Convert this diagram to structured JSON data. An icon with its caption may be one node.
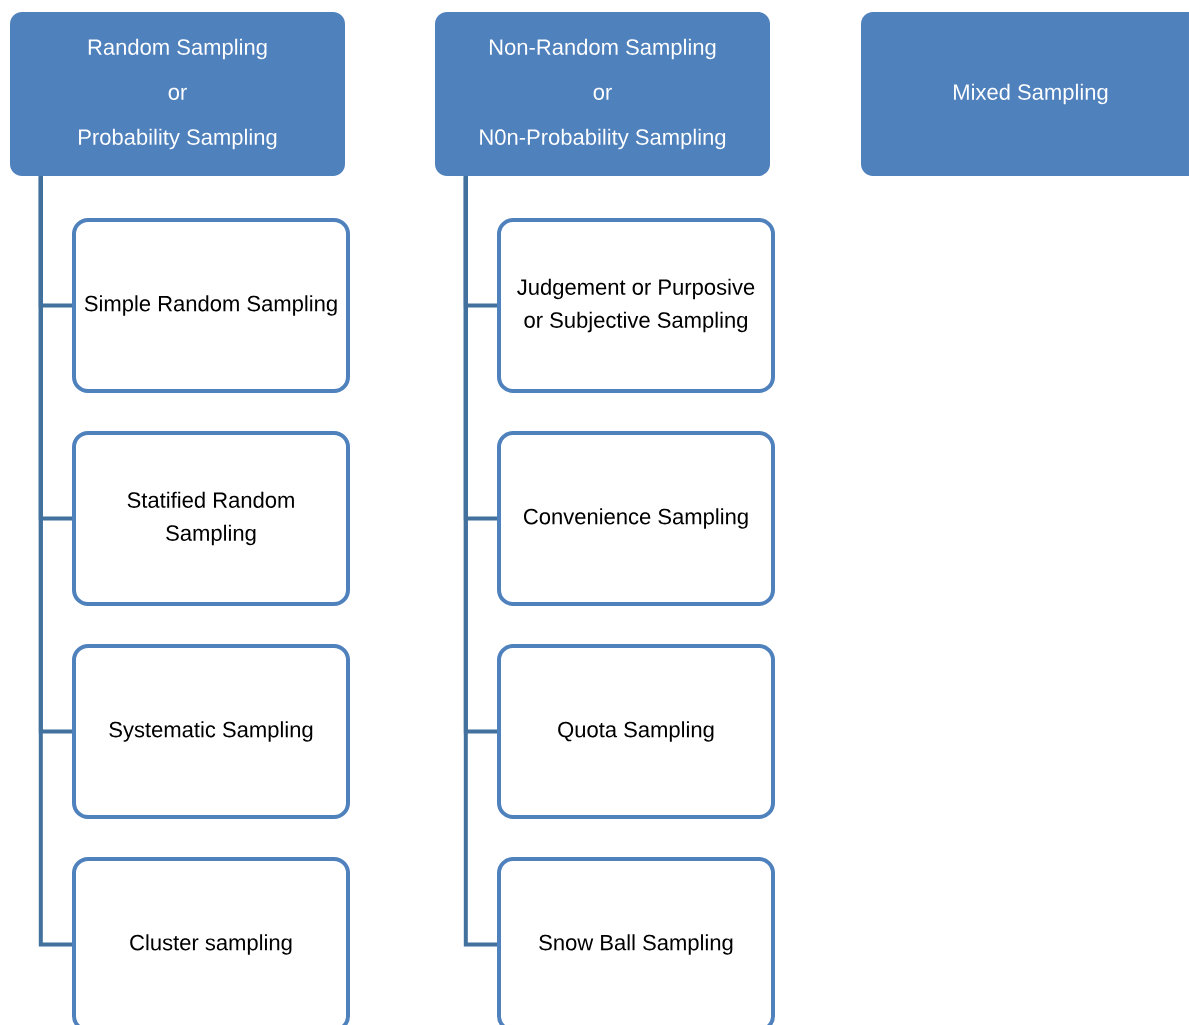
{
  "diagram": {
    "nodes": [
      {
        "text": [
          "Random Sampling",
          "or",
          "Probability Sampling"
        ]
      },
      {
        "text": [
          "Non-Random Sampling",
          "or",
          "N0n-Probability Sampling"
        ]
      },
      {
        "text": [
          "Mixed Sampling"
        ]
      },
      {
        "text": [
          "Simple Random Sampling"
        ]
      },
      {
        "text": [
          "Statified Random Sampling"
        ]
      },
      {
        "text": [
          "Systematic Sampling"
        ]
      },
      {
        "text": [
          "Cluster sampling"
        ]
      },
      {
        "text": [
          "Judgement or Purposive or Subjective Sampling"
        ]
      },
      {
        "text": [
          "Convenience Sampling"
        ]
      },
      {
        "text": [
          "Quota Sampling"
        ]
      },
      {
        "text": [
          "Snow Ball Sampling"
        ]
      }
    ],
    "edges": [
      {
        "from": 0,
        "to": 3,
        "arrow": "none"
      },
      {
        "from": 0,
        "to": 4,
        "arrow": "none"
      },
      {
        "from": 0,
        "to": 5,
        "arrow": "none"
      },
      {
        "from": 0,
        "to": 6,
        "arrow": "none"
      },
      {
        "from": 1,
        "to": 7,
        "arrow": "none"
      },
      {
        "from": 1,
        "to": 8,
        "arrow": "none"
      },
      {
        "from": 1,
        "to": 9,
        "arrow": "none"
      },
      {
        "from": 1,
        "to": 10,
        "arrow": "none"
      }
    ]
  }
}
